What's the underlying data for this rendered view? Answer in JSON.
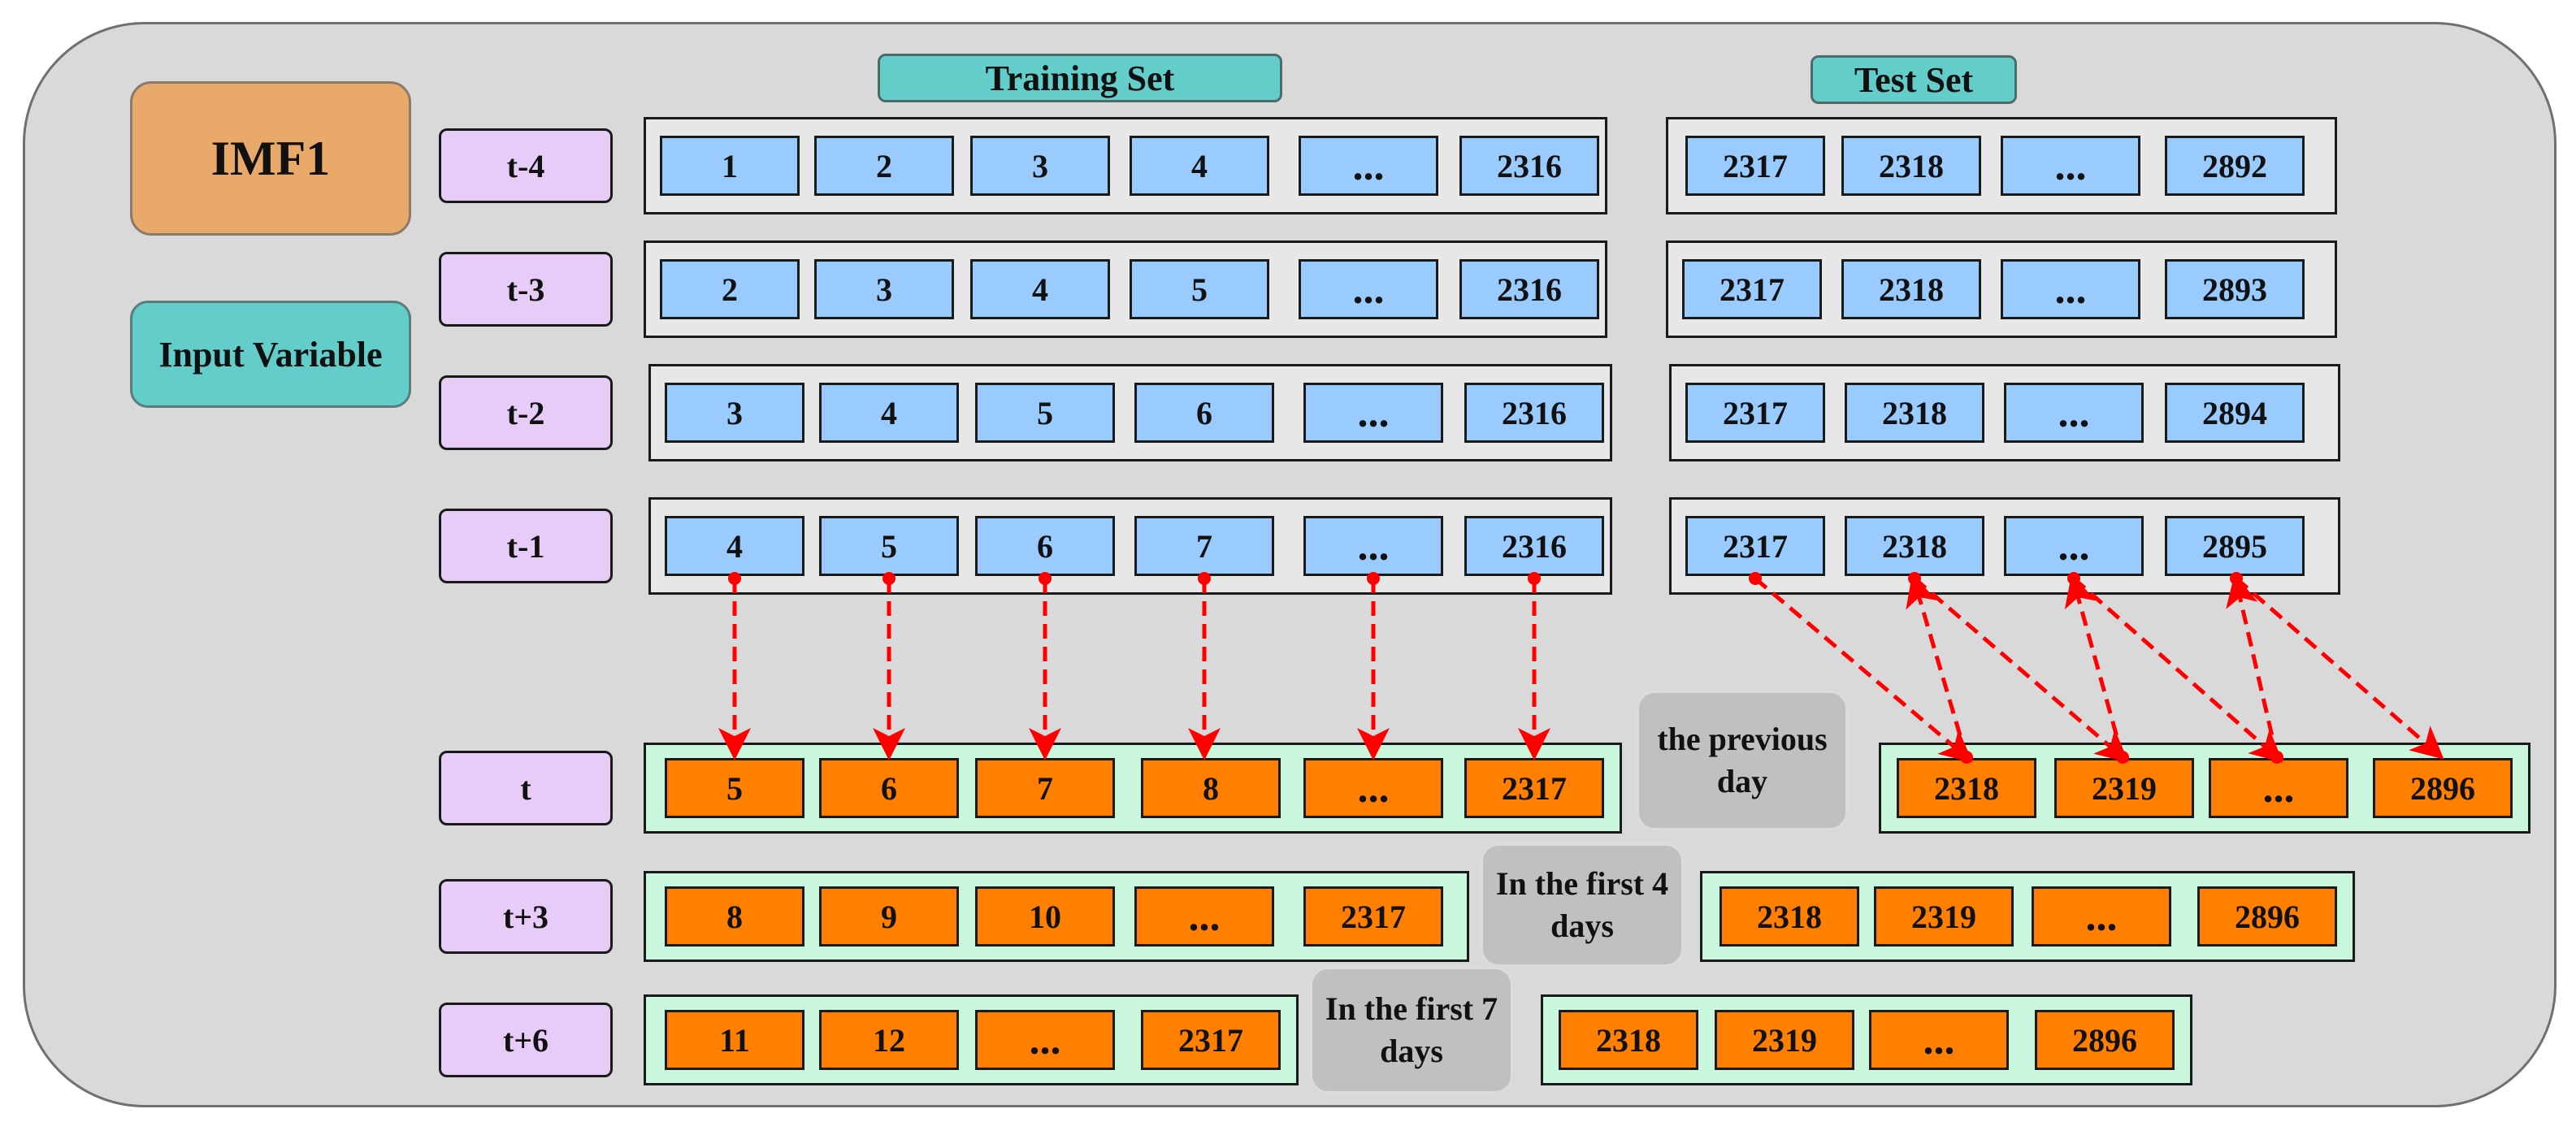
{
  "title": "IMF1",
  "input_label": "Input Variable",
  "headers": {
    "training": "Training Set",
    "test": "Test Set"
  },
  "colors": {
    "input_cell": "#99cbff",
    "output_cell": "#ff7f00",
    "arrow": "#ff0000",
    "title_box": "#e9a96b",
    "header": "#62cdc9",
    "row_label": "#e6ccf7"
  },
  "rows": [
    {
      "label": "t-4",
      "kind": "in",
      "train": [
        "1",
        "2",
        "3",
        "4",
        "...",
        "2316"
      ],
      "test": [
        "2317",
        "2318",
        "...",
        "2892"
      ]
    },
    {
      "label": "t-3",
      "kind": "in",
      "train": [
        "2",
        "3",
        "4",
        "5",
        "...",
        "2316"
      ],
      "test": [
        "2317",
        "2318",
        "...",
        "2893"
      ]
    },
    {
      "label": "t-2",
      "kind": "in",
      "train": [
        "3",
        "4",
        "5",
        "6",
        "...",
        "2316"
      ],
      "test": [
        "2317",
        "2318",
        "...",
        "2894"
      ]
    },
    {
      "label": "t-1",
      "kind": "in",
      "train": [
        "4",
        "5",
        "6",
        "7",
        "...",
        "2316"
      ],
      "test": [
        "2317",
        "2318",
        "...",
        "2895"
      ]
    },
    {
      "label": "t",
      "kind": "out",
      "train": [
        "5",
        "6",
        "7",
        "8",
        "...",
        "2317"
      ],
      "test": [
        "2318",
        "2319",
        "...",
        "2896"
      ],
      "note": "the previous day"
    },
    {
      "label": "t+3",
      "kind": "out",
      "train": [
        "8",
        "9",
        "10",
        "...",
        "2317"
      ],
      "test": [
        "2318",
        "2319",
        "...",
        "2896"
      ],
      "note": "In the first 4 days"
    },
    {
      "label": "t+6",
      "kind": "out",
      "train": [
        "11",
        "12",
        "...",
        "2317"
      ],
      "test": [
        "2318",
        "2319",
        "...",
        "2896"
      ],
      "note": "In the first 7 days"
    }
  ]
}
